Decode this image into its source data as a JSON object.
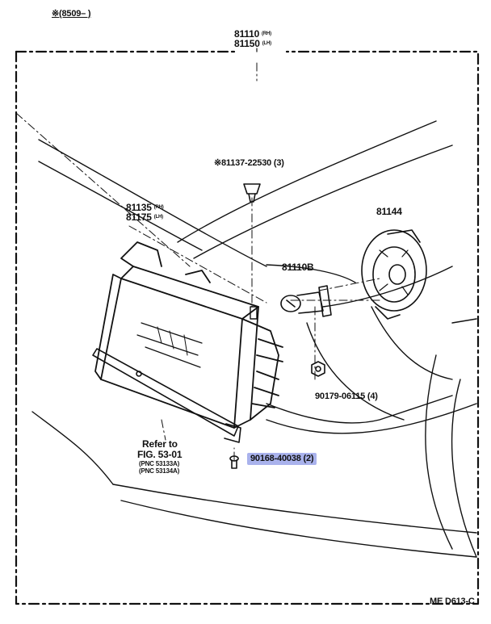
{
  "header": {
    "serial_range": "※(8509–      )"
  },
  "labels": {
    "assy_rh": "81110",
    "assy_rh_side": "(RH)",
    "assy_lh": "81150",
    "assy_lh_side": "(LH)",
    "screw_part": "※81137-22530 (3)",
    "housing_rh": "81135",
    "housing_rh_side": "(RH)",
    "housing_lh": "81175",
    "housing_lh_side": "(LH)",
    "bulb": "81110B",
    "cover": "81144",
    "nut": "90179-06115 (4)",
    "bolt": "90168-40038 (2)",
    "refer_line1": "Refer to",
    "refer_line2": "FIG. 53-01",
    "refer_line3": "(PNC 53133A)",
    "refer_line4": "(PNC 53134A)",
    "diagram_code": "ME  D613-C"
  },
  "colors": {
    "ink": "#111111",
    "highlight": "#a9b2ec"
  }
}
